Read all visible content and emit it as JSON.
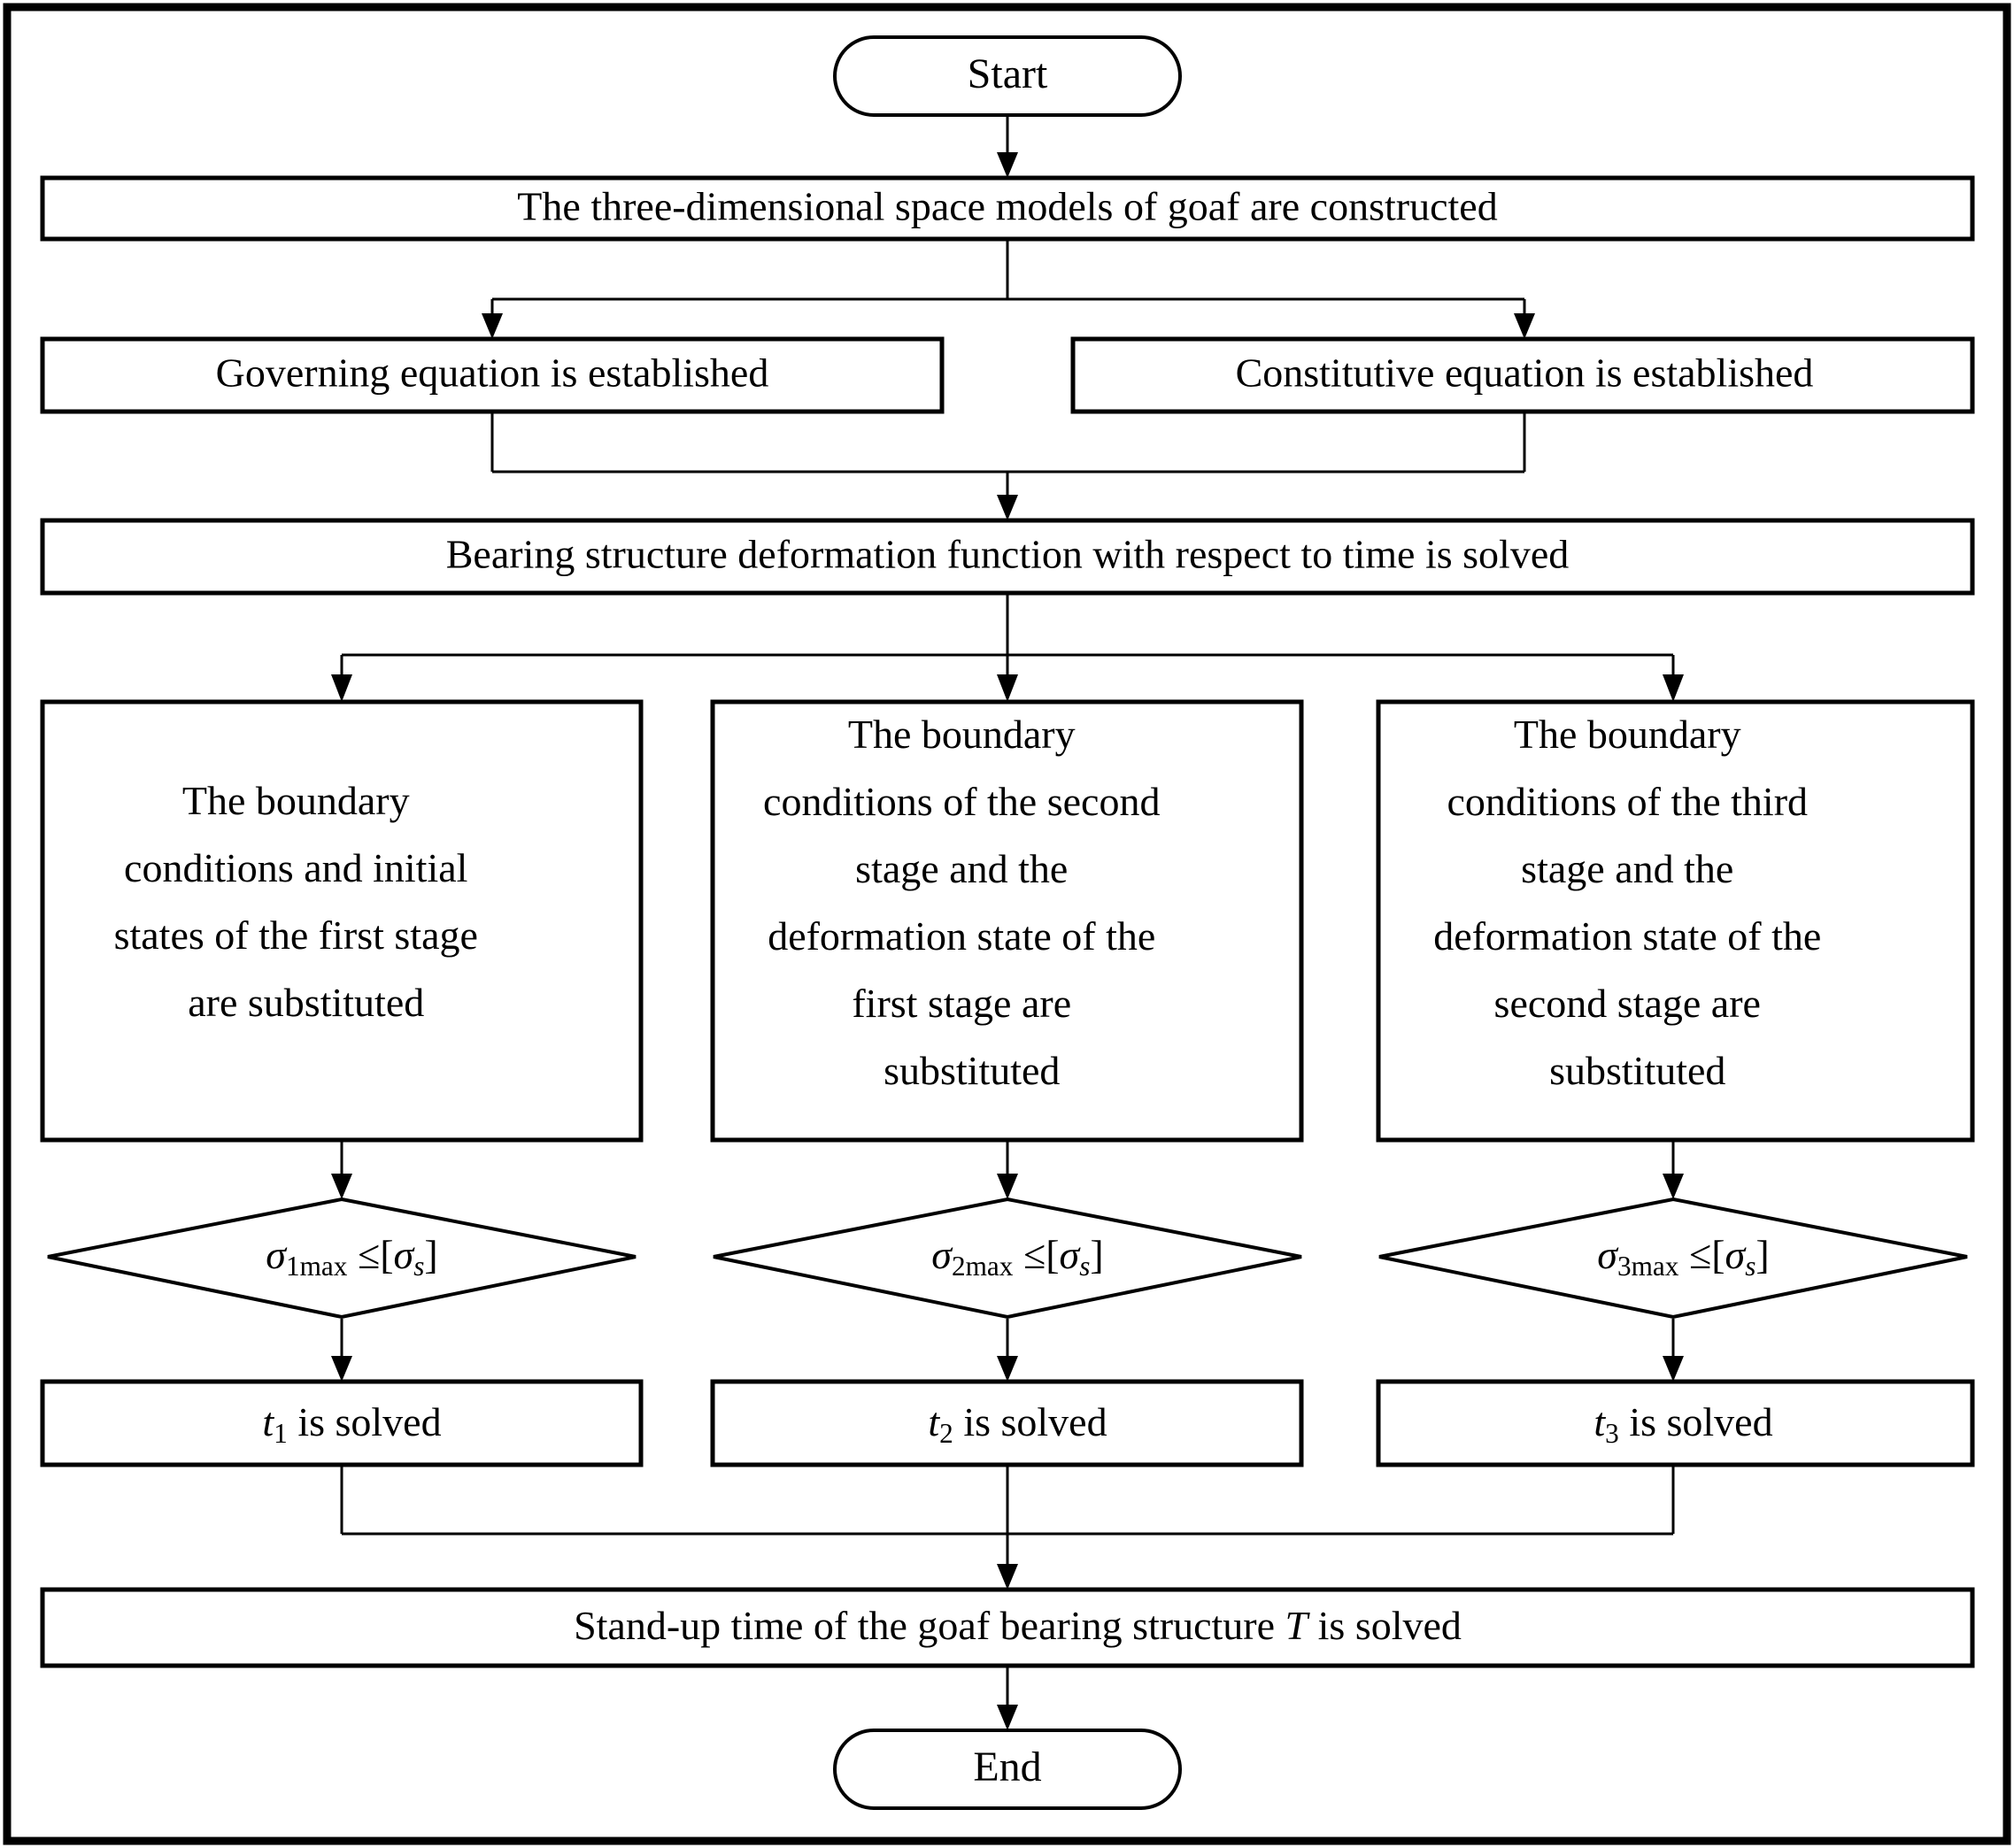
{
  "diagram": {
    "type": "flowchart",
    "title": "Goaf bearing structure stand-up time solution flowchart",
    "orientation": "top-to-bottom",
    "border": {
      "color": "#000000",
      "style": "solid"
    },
    "colors": {
      "stroke": "#000000",
      "fill": "#ffffff",
      "text": "#000000"
    }
  },
  "nodes": {
    "start": {
      "label": "Start",
      "shape": "terminator"
    },
    "models": {
      "label": "The three-dimensional space models of goaf are constructed",
      "shape": "process"
    },
    "governing": {
      "label": "Governing equation is established",
      "shape": "process"
    },
    "constitutive": {
      "label": "Constitutive equation is established",
      "shape": "process"
    },
    "bearing": {
      "label": "Bearing structure deformation function with respect to time is solved",
      "shape": "process"
    },
    "stage1": {
      "shape": "process",
      "lines": [
        "The boundary",
        "conditions and initial",
        "states of the first stage",
        "are substituted"
      ]
    },
    "stage2": {
      "shape": "process",
      "lines": [
        "The boundary",
        "conditions of the second",
        "stage and the",
        "deformation state of the",
        "first stage are",
        "substituted"
      ]
    },
    "stage3": {
      "shape": "process",
      "lines": [
        "The boundary",
        "conditions of the third",
        "stage and the",
        "deformation state of the",
        "second stage are",
        "substituted"
      ]
    },
    "decision1": {
      "shape": "decision",
      "symbol": "sigma",
      "subscript": "1max",
      "operator": "≤",
      "bracket_open": "[",
      "bracket_close": "]",
      "limit_symbol": "sigma",
      "limit_subscript": "s",
      "label": "σ 1max ≤ [σ s]"
    },
    "decision2": {
      "shape": "decision",
      "symbol": "sigma",
      "subscript": "2max",
      "operator": "≤",
      "bracket_open": "[",
      "bracket_close": "]",
      "limit_symbol": "sigma",
      "limit_subscript": "s",
      "label": "σ 2max ≤ [σ s]"
    },
    "decision3": {
      "shape": "decision",
      "symbol": "sigma",
      "subscript": "3max",
      "operator": "≤",
      "bracket_open": "[",
      "bracket_close": "]",
      "limit_symbol": "sigma",
      "limit_subscript": "s",
      "label": "σ 3max ≤ [σ s]"
    },
    "t1": {
      "shape": "process",
      "var": "t",
      "subscript": "1",
      "suffix": " is solved",
      "label": "t1 is solved"
    },
    "t2": {
      "shape": "process",
      "var": "t",
      "subscript": "2",
      "suffix": " is solved",
      "label": "t2 is solved"
    },
    "t3": {
      "shape": "process",
      "var": "t",
      "subscript": "3",
      "suffix": " is solved",
      "label": "t3 is solved"
    },
    "standup": {
      "shape": "process",
      "prefix": "Stand-up time of the goaf bearing structure ",
      "var": "T",
      "suffix": " is solved",
      "label": "Stand-up time of the goaf bearing structure T is solved"
    },
    "end": {
      "label": "End",
      "shape": "terminator"
    }
  },
  "edges": [
    {
      "from": "start",
      "to": "models",
      "type": "straight"
    },
    {
      "from": "models",
      "to": "governing",
      "type": "split-left"
    },
    {
      "from": "models",
      "to": "constitutive",
      "type": "split-right"
    },
    {
      "from": "governing",
      "to": "bearing",
      "type": "merge-left"
    },
    {
      "from": "constitutive",
      "to": "bearing",
      "type": "merge-right"
    },
    {
      "from": "bearing",
      "to": "stage1",
      "type": "split-left"
    },
    {
      "from": "bearing",
      "to": "stage2",
      "type": "split-center"
    },
    {
      "from": "bearing",
      "to": "stage3",
      "type": "split-right"
    },
    {
      "from": "stage1",
      "to": "decision1",
      "type": "straight"
    },
    {
      "from": "stage2",
      "to": "decision2",
      "type": "straight"
    },
    {
      "from": "stage3",
      "to": "decision3",
      "type": "straight"
    },
    {
      "from": "decision1",
      "to": "t1",
      "type": "straight"
    },
    {
      "from": "decision2",
      "to": "t2",
      "type": "straight"
    },
    {
      "from": "decision3",
      "to": "t3",
      "type": "straight"
    },
    {
      "from": "t1",
      "to": "standup",
      "type": "merge-left"
    },
    {
      "from": "t2",
      "to": "standup",
      "type": "merge-center"
    },
    {
      "from": "t3",
      "to": "standup",
      "type": "merge-right"
    },
    {
      "from": "standup",
      "to": "end",
      "type": "straight"
    }
  ]
}
